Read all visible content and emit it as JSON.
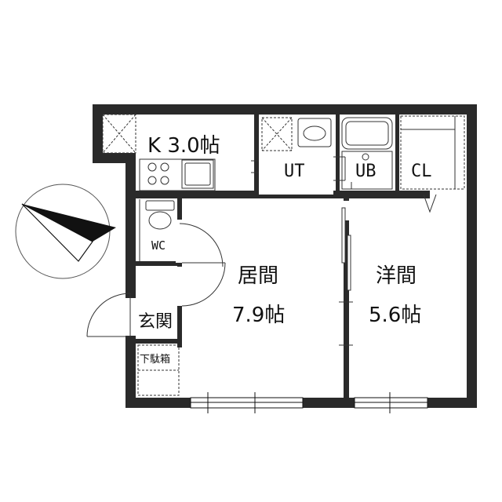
{
  "rooms": {
    "kitchen": "K 3.0帖",
    "utility": "UT",
    "bath": "UB",
    "closet": "CL",
    "toilet": "WC",
    "living_name": "居間",
    "living_size": "7.9帖",
    "western_name": "洋間",
    "western_size": "5.6帖",
    "entrance": "玄関",
    "shoe_box": "下駄箱"
  },
  "compass": {
    "icon": "north-arrow-icon"
  }
}
